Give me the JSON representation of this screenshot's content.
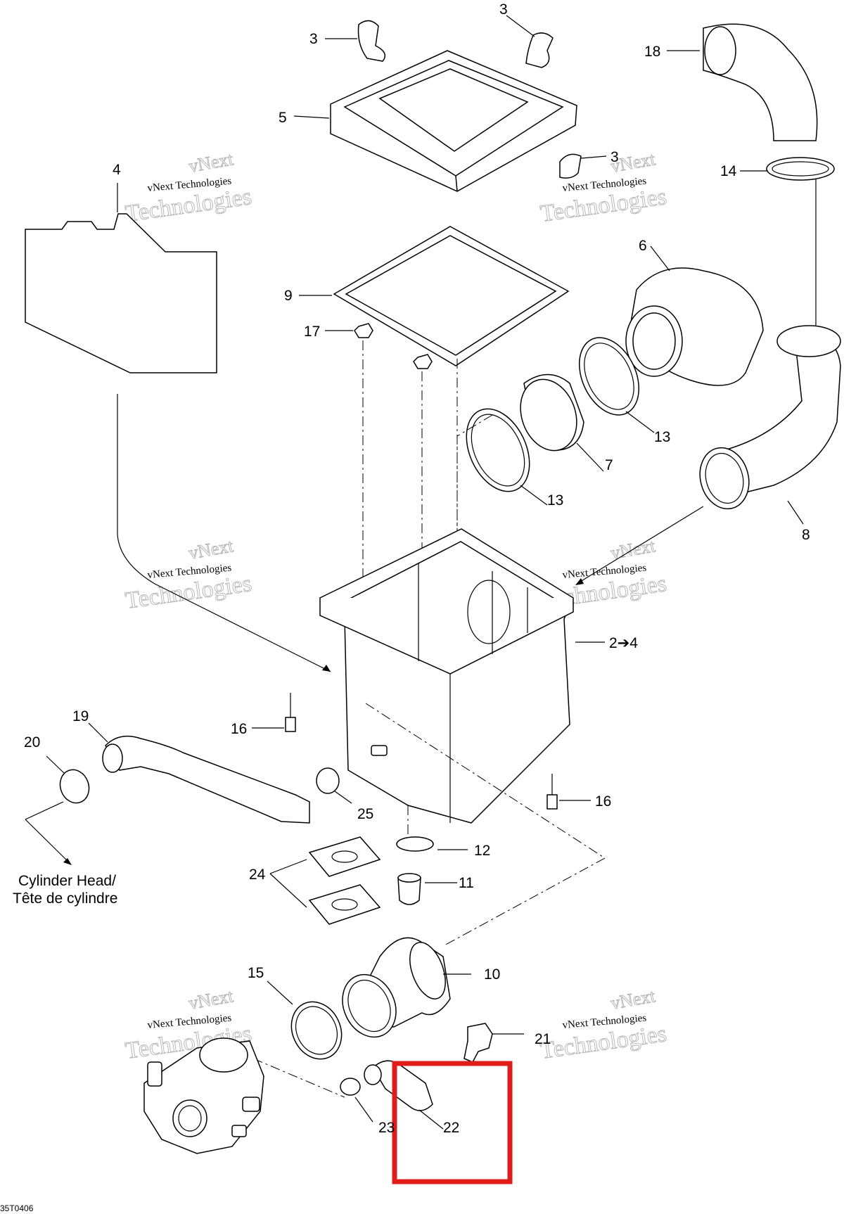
{
  "diagram": {
    "labels": {
      "l3a": "3",
      "l3b": "3",
      "l3c": "3",
      "l4": "4",
      "l5": "5",
      "l6": "6",
      "l7": "7",
      "l8": "8",
      "l9": "9",
      "l10": "10",
      "l11": "11",
      "l12": "12",
      "l13a": "13",
      "l13b": "13",
      "l14": "14",
      "l15": "15",
      "l16a": "16",
      "l16b": "16",
      "l17": "17",
      "l18": "18",
      "l19": "19",
      "l20": "20",
      "l21": "21",
      "l22": "22",
      "l23": "23",
      "l24": "24",
      "l25": "25",
      "l2to4": "2➔4"
    },
    "cylinder_head_line1": "Cylinder Head/",
    "cylinder_head_line2": "Tête de cylindre",
    "code": "35T0406",
    "watermark_line1": "vNext",
    "watermark_line2": "vNext Technologies",
    "watermark_line3": "Technologies",
    "highlight_color": "#e01b1b"
  }
}
